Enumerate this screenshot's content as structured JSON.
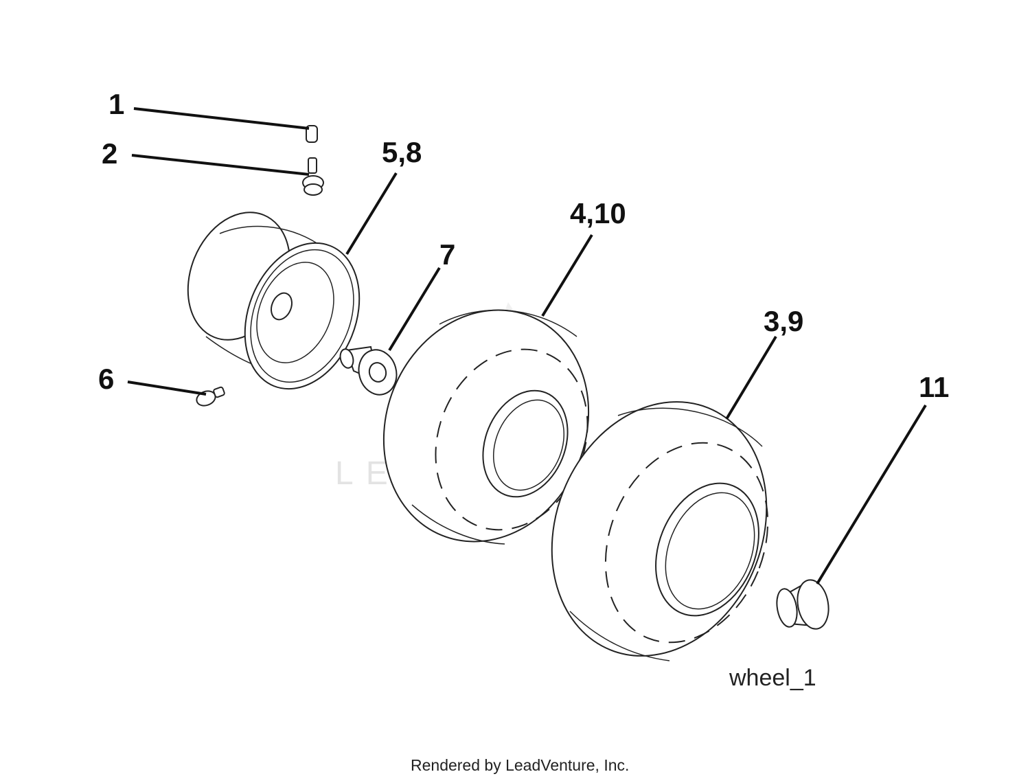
{
  "callouts": {
    "c1": "1",
    "c2": "2",
    "c58": "5,8",
    "c7": "7",
    "c410": "4,10",
    "c39": "3,9",
    "c6": "6",
    "c11": "11"
  },
  "figure_label": "wheel_1",
  "credit": "Rendered by LeadVenture, Inc.",
  "watermark": "LEADVENTURE"
}
